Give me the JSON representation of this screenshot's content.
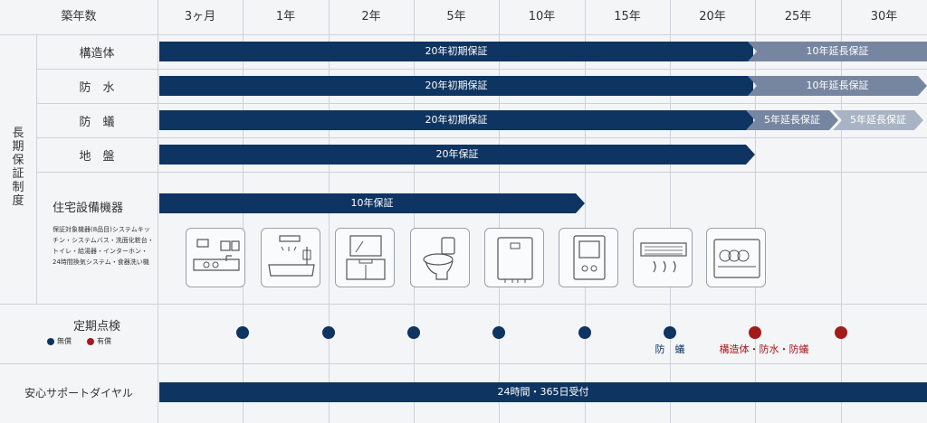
{
  "header": {
    "corner": "築年数",
    "columns": [
      "3ヶ月",
      "1年",
      "2年",
      "5年",
      "10年",
      "15年",
      "20年",
      "25年",
      "30年"
    ]
  },
  "sidebar": {
    "group_label": "長期保証制度"
  },
  "rows": {
    "structure": {
      "label": "構造体",
      "bar1": "20年初期保証",
      "bar2": "10年延長保証"
    },
    "waterproof": {
      "label": "防　水",
      "bar1": "20年初期保証",
      "bar2": "10年延長保証"
    },
    "termite": {
      "label": "防　蟻",
      "bar1": "20年初期保証",
      "bar2": "5年延長保証",
      "bar3": "5年延長保証"
    },
    "ground": {
      "label": "地　盤",
      "bar1": "20年保証"
    },
    "equipment": {
      "label": "住宅設備機器",
      "bar1": "10年保証",
      "note": "保証対象機器(8品目)システムキッチン・システムバス・洗面化粧台・トイレ・給湯器・インターホン・24時間換気システム・食器洗い機",
      "icons": [
        "kitchen-icon",
        "bath-icon",
        "vanity-icon",
        "toilet-icon",
        "water-heater-icon",
        "intercom-icon",
        "ventilation-icon",
        "dishwasher-icon"
      ]
    }
  },
  "inspection": {
    "label": "定期点検",
    "legend_free": "無償",
    "legend_paid": "有償",
    "annotation_free": "防　蟻",
    "annotation_paid": "構造体・防水・防蟻"
  },
  "support": {
    "label": "安心サポートダイヤル",
    "bar": "24時間・365日受付"
  },
  "colors": {
    "dark": "#0e3461",
    "mid": "#7786a0",
    "light": "#a8b4c4",
    "paid": "#a51a1a"
  }
}
